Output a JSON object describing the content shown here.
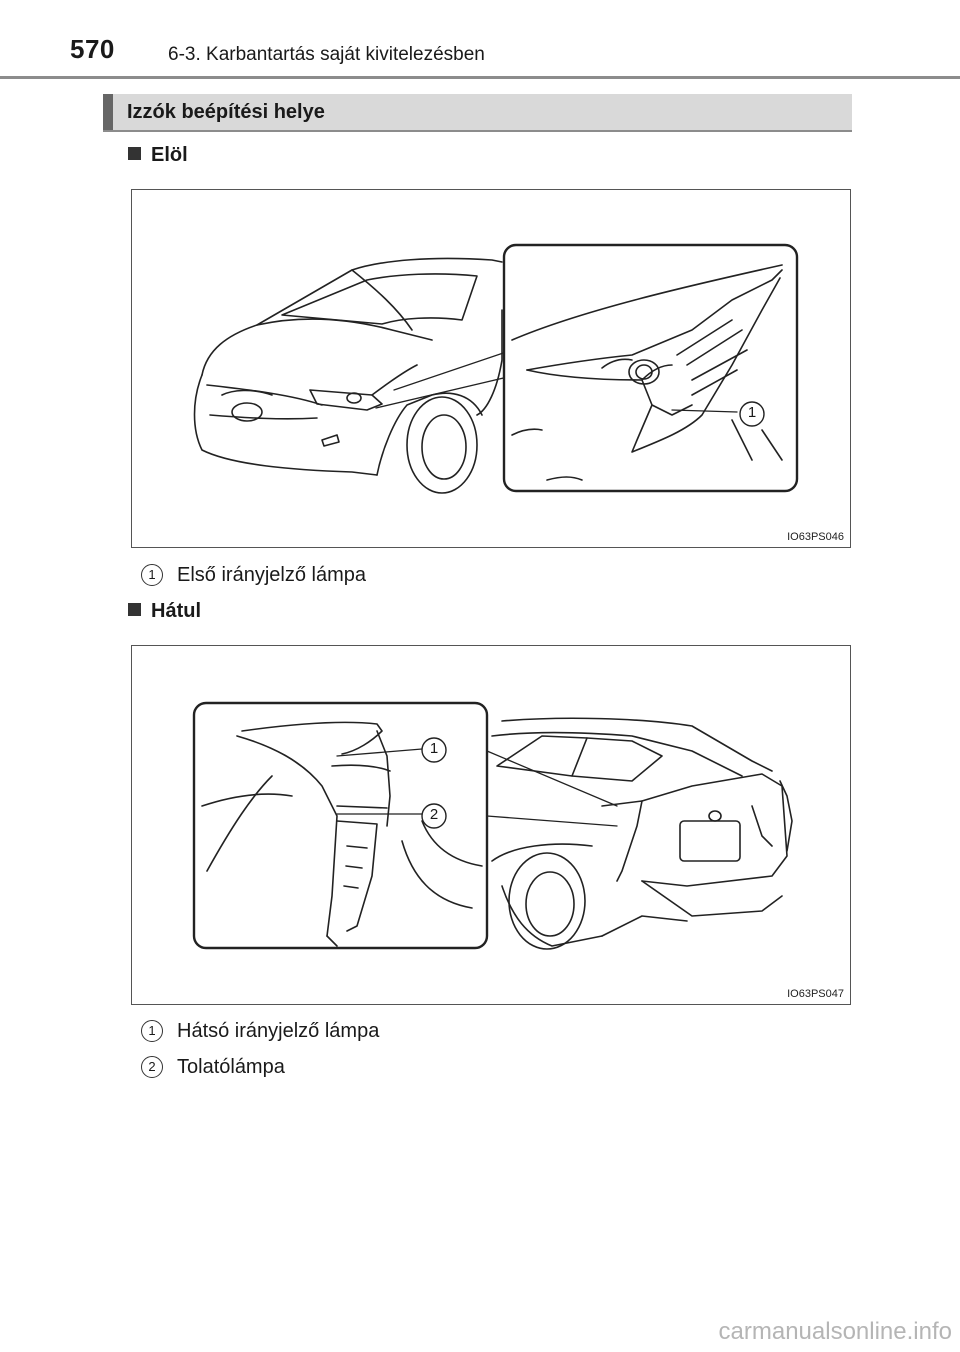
{
  "header": {
    "page_number": "570",
    "chapter": "6-3. Karbantartás saját kivitelezésben"
  },
  "section": {
    "title": "Izzók beépítési helye"
  },
  "front": {
    "heading": "Elöl",
    "figure_code": "IO63PS046",
    "callouts": [
      "1"
    ],
    "legend": [
      {
        "num": "1",
        "label": "Első irányjelző lámpa"
      }
    ]
  },
  "rear": {
    "heading": "Hátul",
    "figure_code": "IO63PS047",
    "callouts": [
      "1",
      "2"
    ],
    "legend": [
      {
        "num": "1",
        "label": "Hátsó irányjelző lámpa"
      },
      {
        "num": "2",
        "label": "Tolatólámpa"
      }
    ]
  },
  "watermark": "carmanualsonline.info"
}
